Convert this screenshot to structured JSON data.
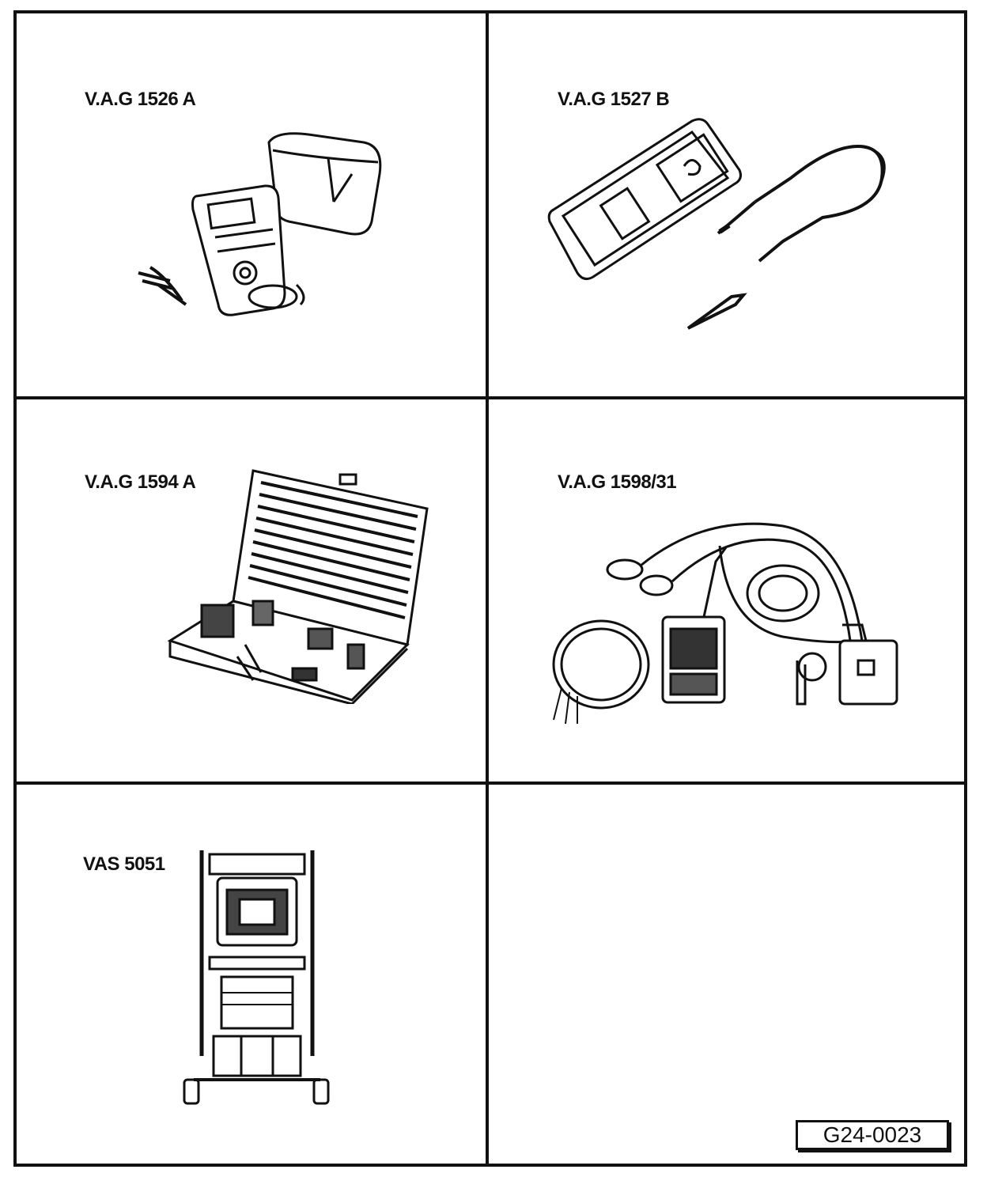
{
  "cells": [
    {
      "id": "vag-1526-a",
      "label": "V.A.G 1526 A",
      "icon": "multimeter-with-case-icon"
    },
    {
      "id": "vag-1527-b",
      "label": "V.A.G 1527 B",
      "icon": "voltage-tester-with-probes-icon"
    },
    {
      "id": "vag-1594-a",
      "label": "V.A.G 1594 A",
      "icon": "adapter-kit-case-icon"
    },
    {
      "id": "vag-1598-31",
      "label": "V.A.G 1598/31",
      "icon": "test-adapter-cable-set-icon"
    },
    {
      "id": "vas-5051",
      "label": "VAS 5051",
      "icon": "diagnostic-trolley-icon"
    },
    {
      "id": "empty",
      "label": "",
      "icon": ""
    }
  ],
  "figure_ref": "G24-0023"
}
